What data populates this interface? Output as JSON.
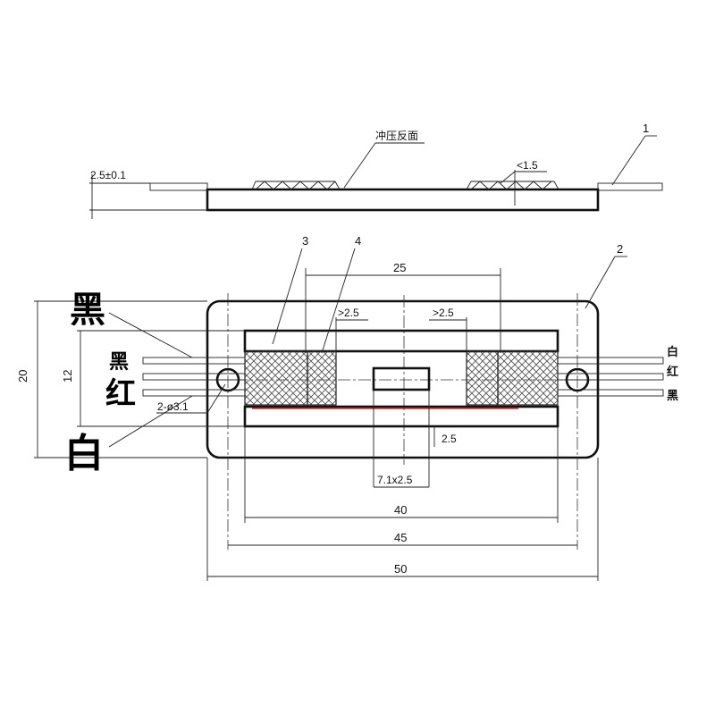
{
  "labels": {
    "stamp_reverse": "冲压反面",
    "thickness": "2.5±0.1",
    "angle_note": "<1.5",
    "callout_1": "1",
    "callout_2": "2",
    "callout_3": "3",
    "callout_4": "4",
    "dim_25": "25",
    "dim_gt25_left": ">2.5",
    "dim_gt25_right": ">2.5",
    "dim_20": "20",
    "dim_12": "12",
    "hole_note": "2-ø3.1",
    "dim_2_5": "2.5",
    "slot_size": "7.1x2.5",
    "dim_40": "40",
    "dim_45": "45",
    "dim_50": "50"
  },
  "wire_labels_left": {
    "big_black": "黑",
    "black": "黑",
    "red": "红",
    "big_white": "白"
  },
  "wire_labels_right": {
    "white": "白",
    "red": "红",
    "black": "黑"
  },
  "colors": {
    "line": "#111111",
    "hatch": "#555555",
    "red_mark": "#d22020"
  }
}
